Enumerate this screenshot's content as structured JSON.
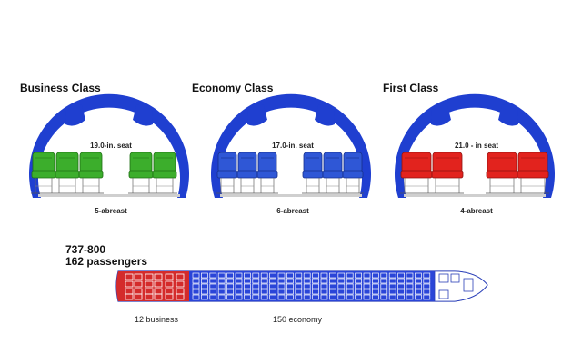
{
  "cross_sections": [
    {
      "title": "Business Class",
      "seat_label": "19.0-in. seat",
      "abreast_label": "5-abreast",
      "color": "#3cae2c",
      "dark": "#1f6f14"
    },
    {
      "title": "Economy Class",
      "seat_label": "17.0-in. seat",
      "abreast_label": "6-abreast",
      "color": "#2f57d6",
      "dark": "#17308a"
    },
    {
      "title": "First Class",
      "seat_label": "21.0 - in seat",
      "abreast_label": "4-abreast",
      "color": "#e2231e",
      "dark": "#8f1310"
    }
  ],
  "fuselage_color": "#1f3fd0",
  "plan": {
    "model": "737-800",
    "passengers": "162 passengers",
    "business_count": "12 business",
    "economy_count": "150 economy",
    "business_color": "#d42b2b",
    "economy_color": "#2a45d8"
  }
}
